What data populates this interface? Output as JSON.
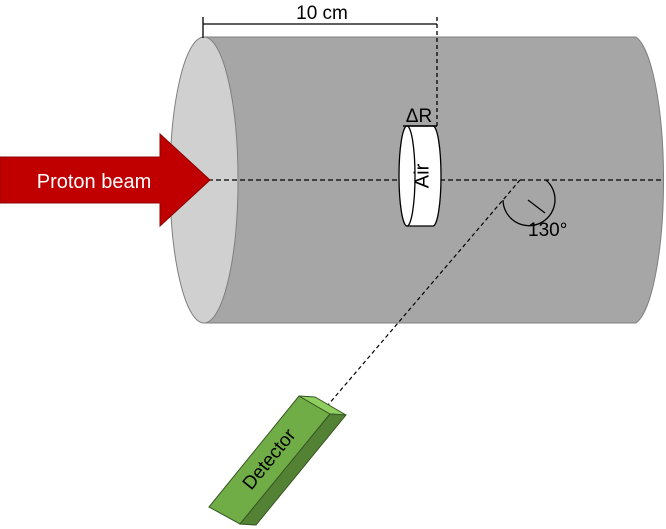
{
  "labels": {
    "dimension": "10 cm",
    "delta_r": "ΔR",
    "insert": "Air",
    "beam": "Proton beam",
    "angle": "130°",
    "detector": "Detector"
  },
  "colors": {
    "cylinder_body": "#a6a6a6",
    "cylinder_face": "#d0d0d0",
    "beam_arrow": "#c00000",
    "detector_front": "#70ad47",
    "detector_top": "#8fcf5f",
    "detector_side": "#548235",
    "insert_fill": "#ffffff"
  }
}
